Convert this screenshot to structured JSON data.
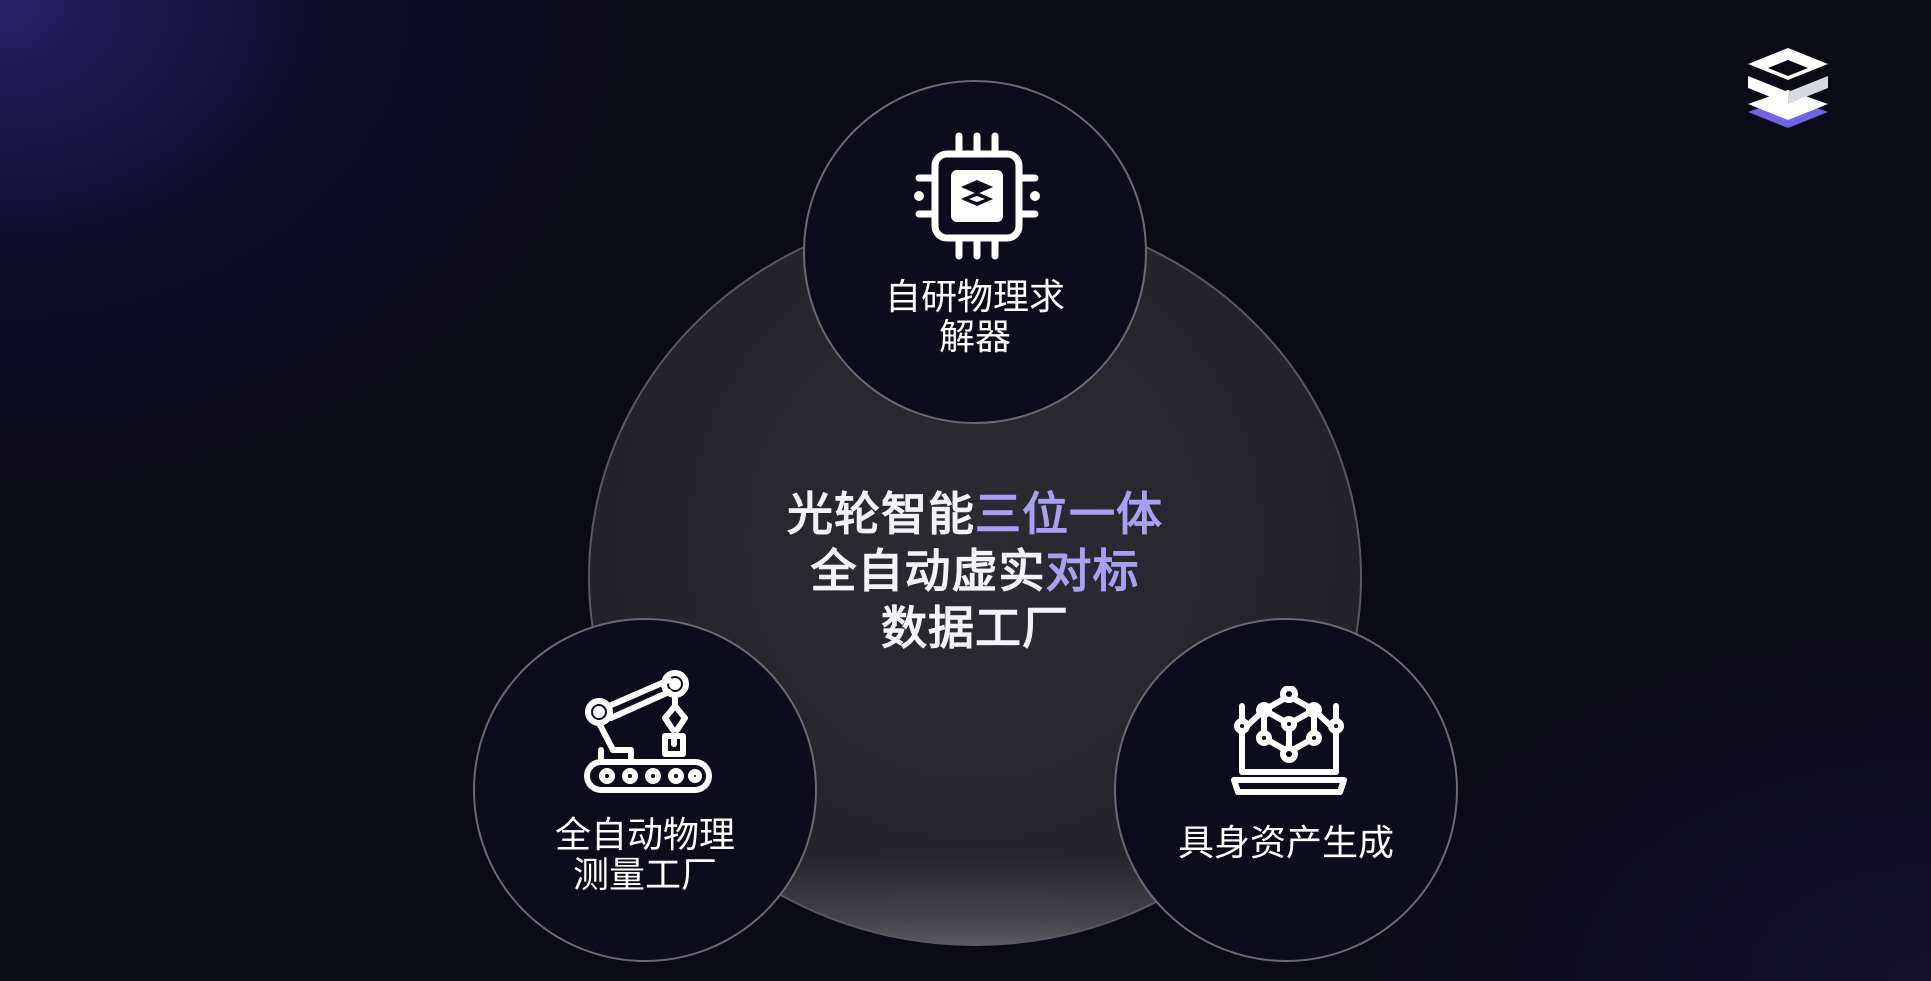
{
  "center": {
    "line1_main": "光轮智能",
    "line1_accent": "三位一体",
    "line2_main": "全自动虚实",
    "line2_accent": "对标",
    "line3": "数据工厂"
  },
  "nodes": [
    {
      "id": "top",
      "icon": "chip-icon",
      "label_lines": [
        "自研物理求",
        "解器"
      ]
    },
    {
      "id": "left",
      "icon": "robot-arm-icon",
      "label_lines": [
        "全自动物理",
        "测量工厂"
      ]
    },
    {
      "id": "right",
      "icon": "laptop-cube-icon",
      "label_lines": [
        "具身资产生成"
      ]
    }
  ],
  "colors": {
    "background": "#0b0a17",
    "accent": "#a9a0f2",
    "logo_top": "#ffffff",
    "logo_bottom": "#6f63e6"
  },
  "logo": {
    "icon": "stacked-layers-logo-icon"
  }
}
